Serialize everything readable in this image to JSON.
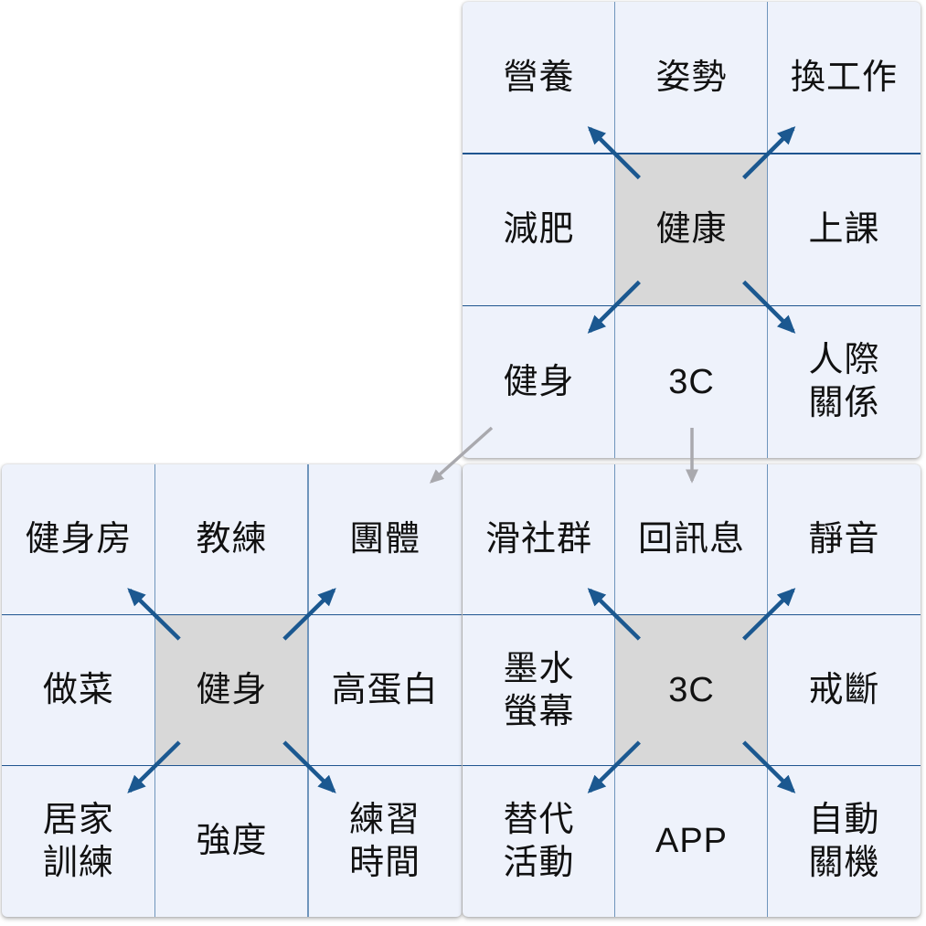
{
  "diagram": {
    "type": "mandala-chart",
    "grids": [
      {
        "id": "health",
        "center": "健康",
        "cells": [
          [
            "營養",
            "姿勢",
            "換工作"
          ],
          [
            "減肥",
            "健康",
            "上課"
          ],
          [
            "健身",
            "3C",
            "人際\n關係"
          ]
        ]
      },
      {
        "id": "fitness",
        "center": "健身",
        "cells": [
          [
            "健身房",
            "教練",
            "團體"
          ],
          [
            "做菜",
            "健身",
            "高蛋白"
          ],
          [
            "居家\n訓練",
            "強度",
            "練習\n時間"
          ]
        ]
      },
      {
        "id": "3c",
        "center": "3C",
        "cells": [
          [
            "滑社群",
            "回訊息",
            "靜音"
          ],
          [
            "墨水\n螢幕",
            "3C",
            "戒斷"
          ],
          [
            "替代\n活動",
            "APP",
            "自動\n關機"
          ]
        ]
      }
    ],
    "connectors": [
      {
        "from_grid": "health",
        "from_cell": "健身",
        "to_grid": "fitness"
      },
      {
        "from_grid": "health",
        "from_cell": "3C",
        "to_grid": "3c"
      }
    ],
    "colors": {
      "page_bg": "#ffffff",
      "cell_bg": "#eef2fb",
      "center_cell_bg": "#d8d8d8",
      "grid_line_h": "#1f5590",
      "grid_line_v": "#6f95bc",
      "arrow": "#1b5890",
      "connector_arrow": "#a9a9ae",
      "text": "#111111"
    }
  }
}
